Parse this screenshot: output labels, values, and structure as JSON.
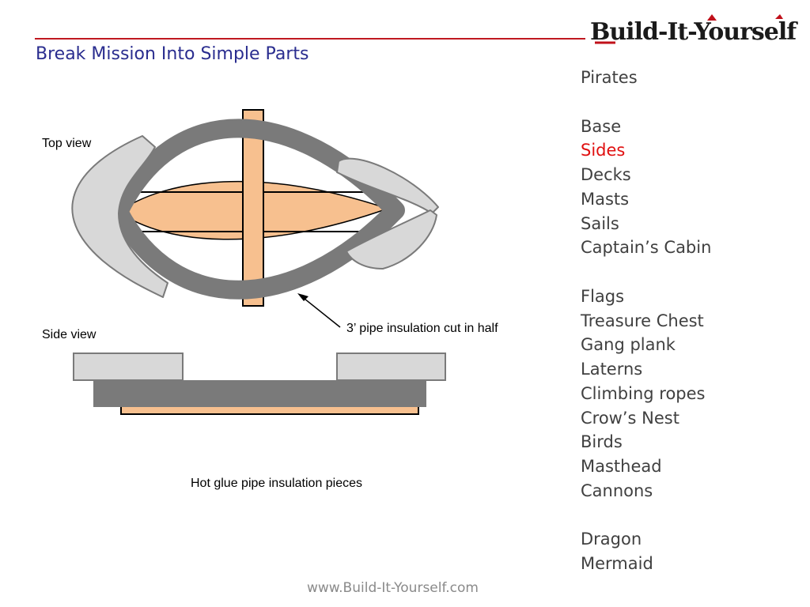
{
  "header": {
    "title": "Break Mission Into Simple Parts",
    "logo_text": "Build-It-Yourself"
  },
  "diagram": {
    "top_view_label": "Top view",
    "side_view_label": "Side view",
    "insulation_label": "3’ pipe insulation cut in half",
    "glue_label": "Hot glue pipe insulation pieces"
  },
  "parts_list": [
    {
      "label": "Pirates",
      "active": false
    },
    {
      "label": "",
      "spacer": true
    },
    {
      "label": "Base",
      "active": false
    },
    {
      "label": "Sides",
      "active": true
    },
    {
      "label": "Decks",
      "active": false
    },
    {
      "label": "Masts",
      "active": false
    },
    {
      "label": "Sails",
      "active": false
    },
    {
      "label": "Captain’s Cabin",
      "active": false
    },
    {
      "label": "",
      "spacer": true
    },
    {
      "label": "Flags",
      "active": false
    },
    {
      "label": "Treasure Chest",
      "active": false
    },
    {
      "label": "Gang plank",
      "active": false
    },
    {
      "label": "Laterns",
      "active": false
    },
    {
      "label": "Climbing ropes",
      "active": false
    },
    {
      "label": "Crow’s Nest",
      "active": false
    },
    {
      "label": "Birds",
      "active": false
    },
    {
      "label": "Masthead",
      "active": false
    },
    {
      "label": "Cannons",
      "active": false
    },
    {
      "label": "",
      "spacer": true
    },
    {
      "label": "Dragon",
      "active": false
    },
    {
      "label": "Mermaid",
      "active": false
    }
  ],
  "footer": {
    "url": "www.Build-It-Yourself.com"
  },
  "colors": {
    "title": "#2a2d8f",
    "rule": "#c01820",
    "active_item": "#e01010",
    "wood": "#f7c08f",
    "insulation_dark": "#7a7a7a",
    "insulation_light": "#d8d8d8"
  }
}
